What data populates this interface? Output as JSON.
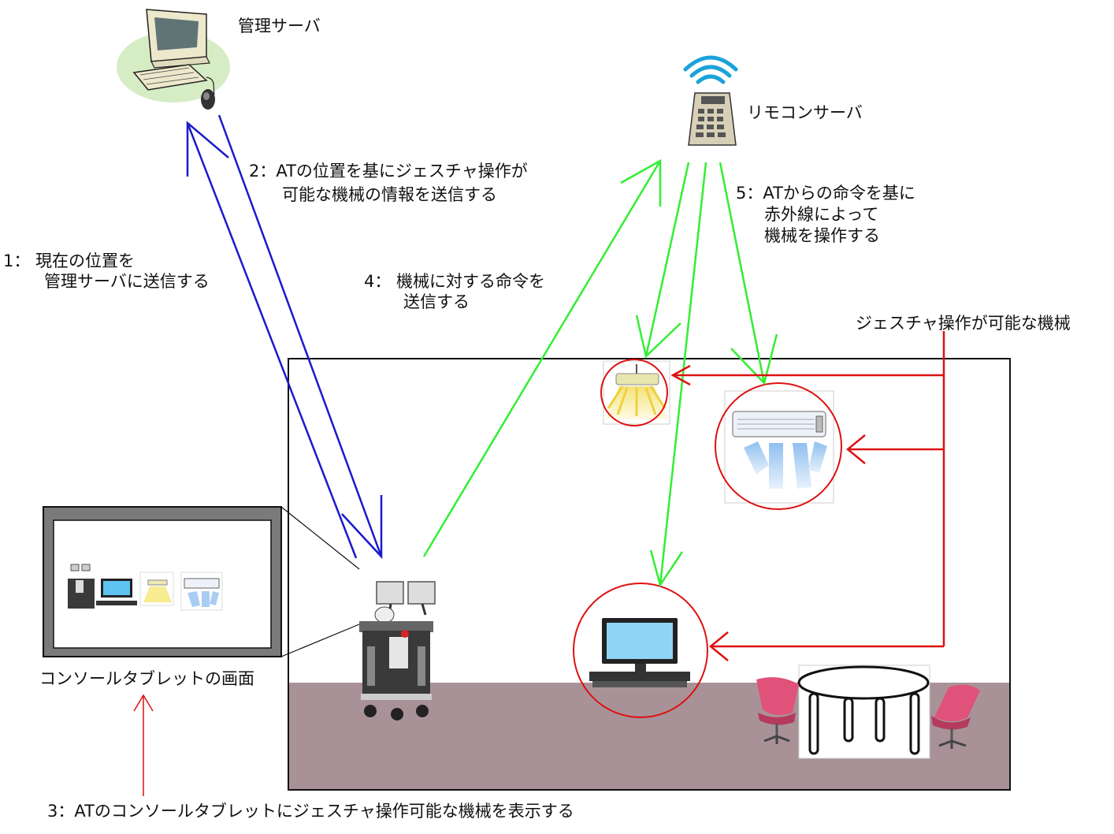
{
  "labels": {
    "management_server": "管理サーバ",
    "remote_server": "リモコンサーバ",
    "gesture_devices": "ジェスチャ操作が可能な機械",
    "console_screen": "コンソールタブレットの画面"
  },
  "steps": {
    "step1_line1": "1：  現在の位置を",
    "step1_line2": "管理サーバに送信する",
    "step2_line1": "2：ATの位置を基にジェスチャ操作が",
    "step2_line2": "可能な機械の情報を送信する",
    "step3": "3：ATのコンソールタブレットにジェスチャ操作可能な機械を表示する",
    "step4_line1": "4：  機械に対する命令を",
    "step4_line2": "送信する",
    "step5_line1": "5：ATからの命令を基に",
    "step5_line2": "赤外線によって",
    "step5_line3": "機械を操作する"
  },
  "colors": {
    "blue_arrow": "#1a1acc",
    "green_arrow": "#33ee33",
    "red_arrow": "#dd1111",
    "floor": "#a89298",
    "tablet_frame": "#7a7a7a",
    "wifi": "#1aa3d8"
  },
  "icons": [
    "computer-icon",
    "remote-control-icon",
    "wifi-icon",
    "robot-icon",
    "ceiling-light-icon",
    "air-conditioner-icon",
    "television-icon",
    "table-icon",
    "chair-icon"
  ]
}
